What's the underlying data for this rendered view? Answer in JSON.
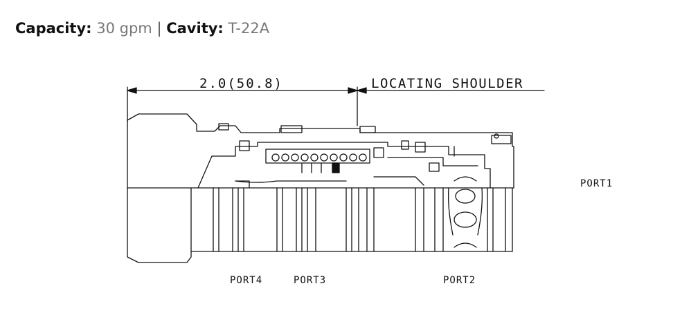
{
  "spec": {
    "capacity_label": "Capacity:",
    "capacity_value": "30 gpm",
    "separator": "|",
    "cavity_label": "Cavity:",
    "cavity_value": "T-22A"
  },
  "diagram": {
    "dimension_label": "2.0(50.8)",
    "shoulder_label": "LOCATING SHOULDER",
    "ports": {
      "port1": "PORT1",
      "port2": "PORT2",
      "port3": "PORT3",
      "port4": "PORT4"
    }
  },
  "colors": {
    "line": "#111111",
    "text": "#111111",
    "value_text": "#777777"
  }
}
